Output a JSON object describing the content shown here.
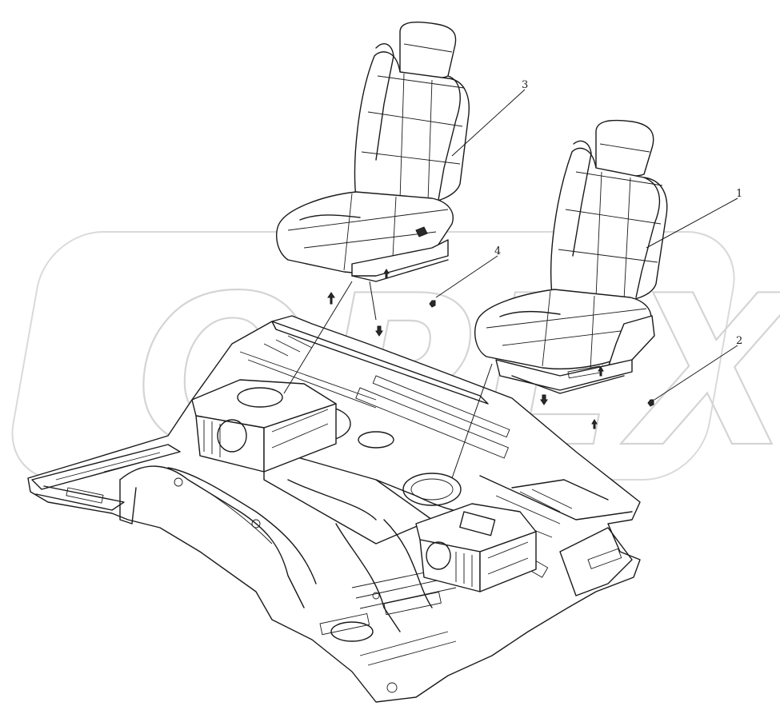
{
  "callouts": [
    {
      "id": "1",
      "label": "1"
    },
    {
      "id": "2",
      "label": "2"
    },
    {
      "id": "3",
      "label": "3"
    },
    {
      "id": "4",
      "label": "4"
    }
  ],
  "watermark": {
    "text": "OPEX"
  }
}
